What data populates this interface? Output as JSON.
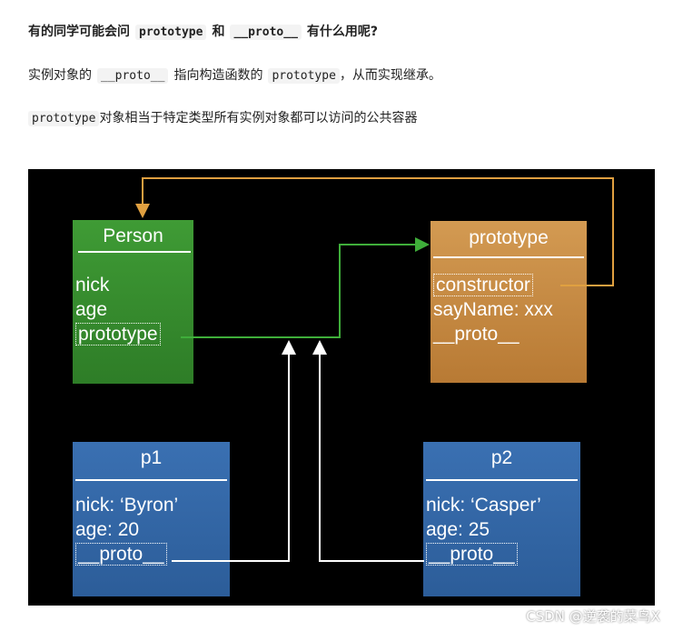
{
  "article": {
    "heading": {
      "pre": "有的同学可能会问",
      "code1": "prototype",
      "mid": "和",
      "code2": "__proto__",
      "post": "有什么用呢?"
    },
    "para1": {
      "pre": "实例对象的",
      "code1": "__proto__",
      "mid": "指向构造函数的",
      "code2": "prototype",
      "post": "，从而实现继承。"
    },
    "para2": {
      "code1": "prototype",
      "post": "对象相当于特定类型所有实例对象都可以访问的公共容器"
    }
  },
  "diagram": {
    "person": {
      "title": "Person",
      "props": [
        "nick",
        "age",
        "prototype"
      ]
    },
    "prototype": {
      "title": "prototype",
      "props": [
        "constructor",
        "sayName: xxx",
        "__proto__"
      ]
    },
    "p1": {
      "title": "p1",
      "props": [
        "nick: ‘Byron’",
        "age: 20",
        "__proto__"
      ]
    },
    "p2": {
      "title": "p2",
      "props": [
        "nick: ‘Casper’",
        "age: 25",
        "__proto__"
      ]
    },
    "colors": {
      "person": "#3f9b35",
      "prototype": "#d39a52",
      "instance": "#3a70b2",
      "arrow_green": "#3fae3a",
      "arrow_orange": "#e0a040",
      "arrow_white": "#ffffff"
    }
  },
  "watermark": "CSDN @逆袭的菜鸟X"
}
